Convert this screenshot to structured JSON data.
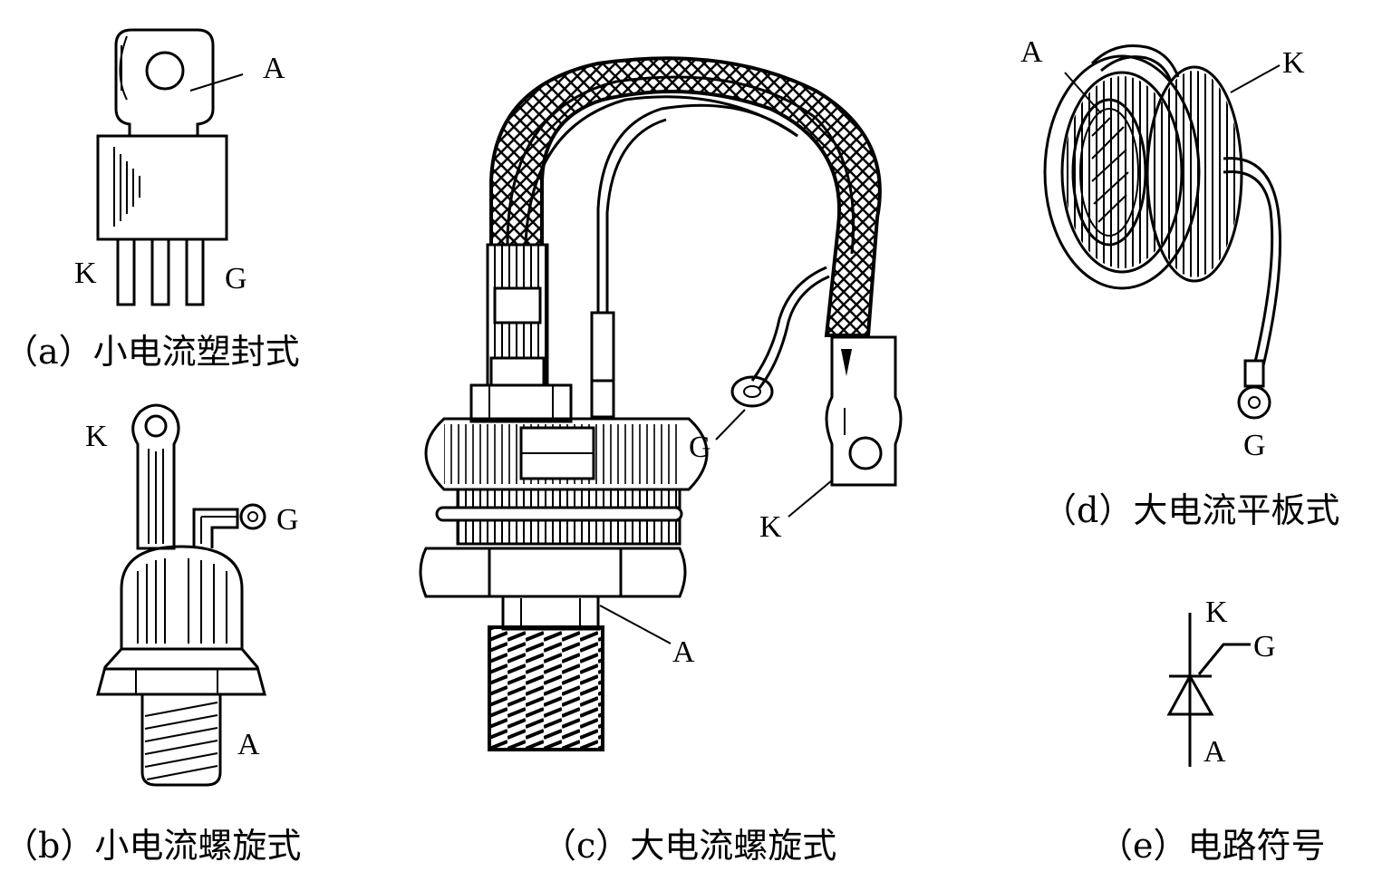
{
  "figures": {
    "a": {
      "caption": "（a）小电流塑封式",
      "labels": {
        "anode": "A",
        "cathode": "K",
        "gate": "G"
      }
    },
    "b": {
      "caption": "（b）小电流螺旋式",
      "labels": {
        "anode": "A",
        "cathode": "K",
        "gate": "G"
      }
    },
    "c": {
      "caption": "（c）大电流螺旋式",
      "labels": {
        "anode": "A",
        "cathode": "K",
        "gate": "G"
      }
    },
    "d": {
      "caption": "（d）大电流平板式",
      "labels": {
        "anode": "A",
        "cathode": "K",
        "gate": "G"
      }
    },
    "e": {
      "caption": "（e）电路符号",
      "labels": {
        "anode": "A",
        "cathode": "K",
        "gate": "G"
      }
    }
  }
}
